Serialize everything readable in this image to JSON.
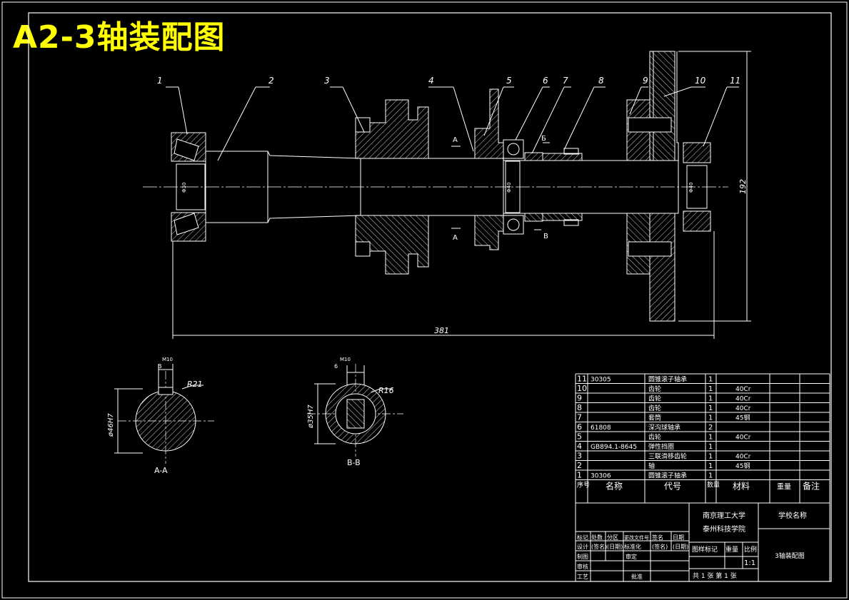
{
  "title": "A2-3轴装配图",
  "balloons": [
    "1",
    "2",
    "3",
    "4",
    "5",
    "6",
    "7",
    "8",
    "9",
    "10",
    "11"
  ],
  "dimensions": {
    "overall_length": "381",
    "overall_height": "192",
    "bearing_bore_1": "Φ30",
    "bearing_bore_2": "Φ40",
    "bearing_bore_3": "Φ40"
  },
  "section_marks": {
    "a": "A",
    "b": "B",
    "b_alt": "Б"
  },
  "section_aa": {
    "caption": "A-A",
    "radius": "R21",
    "diameter": "ø46H7",
    "width": "M10",
    "mark": "B"
  },
  "section_bb": {
    "caption": "B-B",
    "radius": "R16",
    "diameter": "ø35H7",
    "width": "M10",
    "mark": "6"
  },
  "colors": {
    "background": "#000000",
    "lines": "#ffffff",
    "title": "#ffff00",
    "hatch": "#ffffff"
  },
  "bom": {
    "rows": [
      {
        "no": "11",
        "code": "30305",
        "name": "圆锥滚子轴承",
        "qty": "1",
        "material": "",
        "weight": "",
        "note": ""
      },
      {
        "no": "10",
        "code": "",
        "name": "齿轮",
        "qty": "1",
        "material": "40Cr",
        "weight": "",
        "note": ""
      },
      {
        "no": "9",
        "code": "",
        "name": "齿轮",
        "qty": "1",
        "material": "40Cr",
        "weight": "",
        "note": ""
      },
      {
        "no": "8",
        "code": "",
        "name": "齿轮",
        "qty": "1",
        "material": "40Cr",
        "weight": "",
        "note": ""
      },
      {
        "no": "7",
        "code": "",
        "name": "套筒",
        "qty": "1",
        "material": "45钢",
        "weight": "",
        "note": ""
      },
      {
        "no": "6",
        "code": "61808",
        "name": "深沟球轴承",
        "qty": "2",
        "material": "",
        "weight": "",
        "note": ""
      },
      {
        "no": "5",
        "code": "",
        "name": "齿轮",
        "qty": "1",
        "material": "40Cr",
        "weight": "",
        "note": ""
      },
      {
        "no": "4",
        "code": "GB894.1-8645",
        "name": "弹性挡圈",
        "qty": "1",
        "material": "",
        "weight": "",
        "note": ""
      },
      {
        "no": "3",
        "code": "",
        "name": "三联滑移齿轮",
        "qty": "1",
        "material": "40Cr",
        "weight": "",
        "note": ""
      },
      {
        "no": "2",
        "code": "",
        "name": "轴",
        "qty": "1",
        "material": "45钢",
        "weight": "",
        "note": ""
      },
      {
        "no": "1",
        "code": "30306",
        "name": "圆锥滚子轴承",
        "qty": "1",
        "material": "",
        "weight": "",
        "note": ""
      }
    ],
    "header": {
      "no": "序号",
      "name": "名称",
      "code": "代号",
      "qty": "数量",
      "material": "材料",
      "weight": "重量",
      "note": "备注"
    }
  },
  "titleblock": {
    "university": "南京理工大学",
    "college": "泰州科技学院",
    "school_name": "学校名称",
    "drawing_name": "3轴装配图",
    "scale_label": "比例",
    "scale": "1:1",
    "stage_label": "图样标记",
    "weight_label": "重量",
    "sheets": "共 1 张 第 1 张",
    "row1": [
      "标记",
      "处数",
      "分区",
      "更改文件号",
      "签名",
      "日期"
    ],
    "row2": [
      "设计",
      "(签名)",
      "(日期)",
      "标准化",
      "(签名)",
      "(日期)"
    ],
    "row3": [
      "审核",
      "",
      "",
      "审定"
    ],
    "row4": [
      "工艺",
      "",
      "",
      "批准"
    ],
    "row_check": "制图"
  }
}
